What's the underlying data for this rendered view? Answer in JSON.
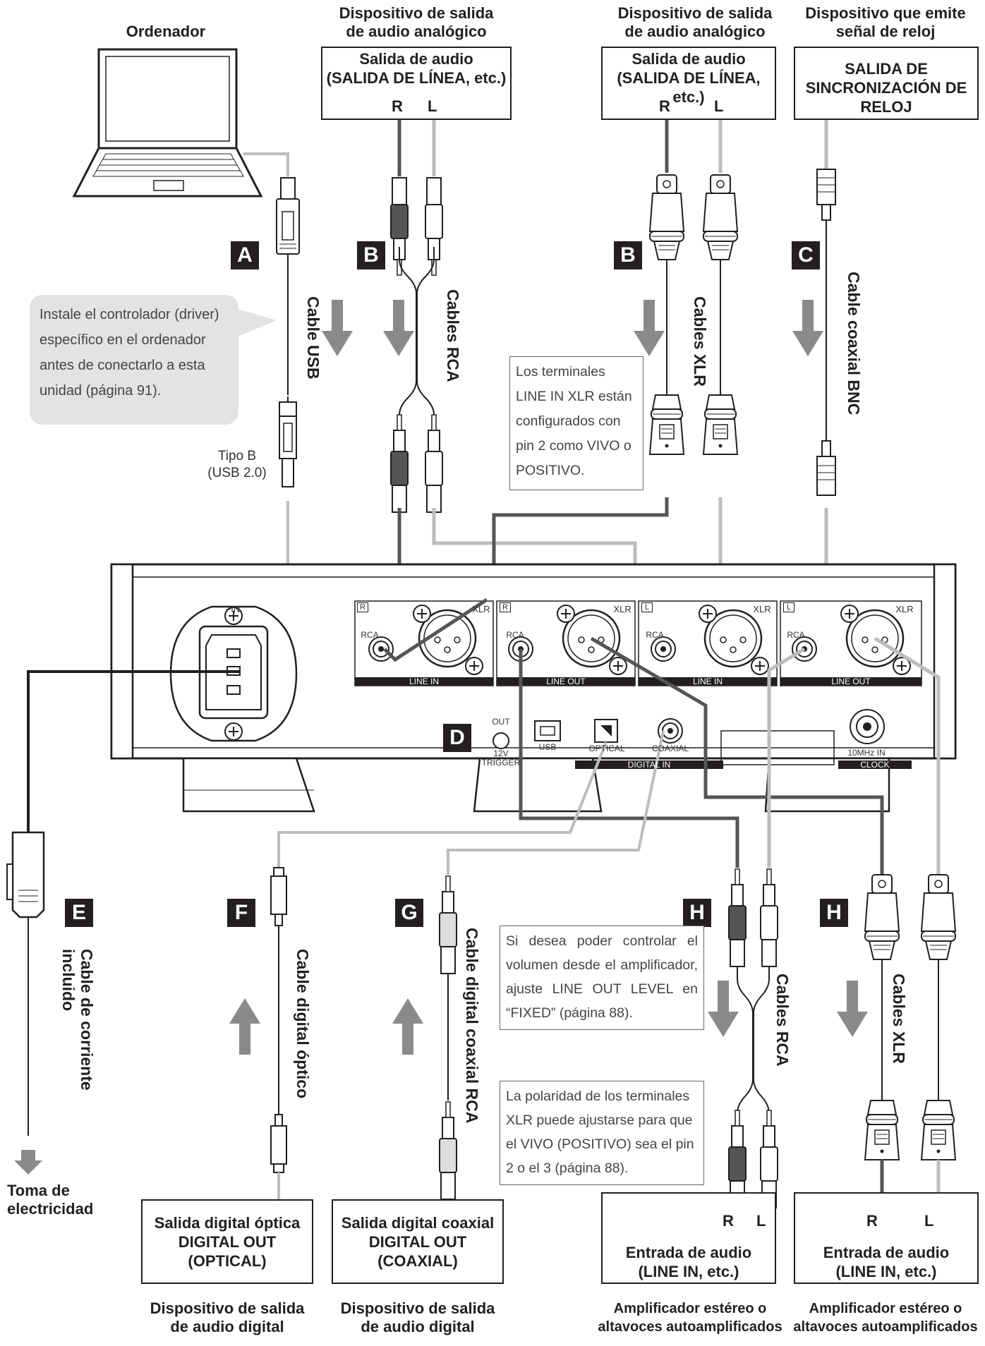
{
  "headers": {
    "computer": "Ordenador",
    "analog_src_1": "Dispositivo de salida\nde audio analógico",
    "analog_src_2": "Dispositivo de salida\nde audio analógico",
    "clock_src": "Dispositivo que emite\nseñal de reloj"
  },
  "top_boxes": {
    "analog1": "Salida de audio\n(SALIDA DE LÍNEA, etc.)",
    "analog2": "Salida de audio\n(SALIDA DE LÍNEA, etc.)",
    "clock": "SALIDA DE\nSINCRONIZACIÓN DE\nRELOJ"
  },
  "channel_labels": {
    "r": "R",
    "l": "L"
  },
  "tags": {
    "a": "A",
    "b": "B",
    "c": "C",
    "d": "D",
    "e": "E",
    "f": "F",
    "g": "G",
    "h": "H"
  },
  "cables": {
    "usb": "Cable USB",
    "rca_in": "Cables RCA",
    "xlr_in": "Cables XLR",
    "bnc": "Cable coaxial BNC",
    "power": "Cable de corriente\nincluido",
    "optical": "Cable digital óptico",
    "coaxial": "Cable digital coaxial RCA",
    "rca_out": "Cables RCA",
    "xlr_out": "Cables XLR"
  },
  "notes": {
    "driver": "Instale el controlador (driver) específico en el ordenador antes de conectarlo a esta unidad (página 91).",
    "xlr_in": "Los terminales LINE IN XLR están configurados con pin 2 como VIVO o POSITIVO.",
    "volume": "Si desea poder controlar el volumen desde el amplificador, ajuste LINE OUT LEVEL en “FIXED” (página 88).",
    "polarity": "La polaridad de los terminales XLR puede ajustarse para que el VIVO (POSITIVO) sea el pin 2 o el 3 (página 88)."
  },
  "usb_type": "Tipo B\n(USB 2.0)",
  "panel": {
    "ac_in": "~IN",
    "rca": "RCA",
    "xlr": "XLR",
    "r": "R",
    "l": "L",
    "line_in": "LINE IN",
    "line_out": "LINE OUT",
    "out": "OUT",
    "trigger": "12V\nTRIGGER",
    "usb": "USB",
    "optical": "OPTICAL",
    "coaxial": "COAXIAL",
    "digital_in": "DIGITAL IN",
    "clock_in": "10MHz IN",
    "clock": "CLOCK"
  },
  "outlet": "Toma de\nelectricidad",
  "bottom_boxes": {
    "optical": "Salida digital óptica\nDIGITAL OUT\n(OPTICAL)",
    "coaxial": "Salida digital coaxial\nDIGITAL OUT\n(COAXIAL)",
    "amp1": "Entrada de audio\n(LINE IN, etc.)",
    "amp2": "Entrada de audio\n(LINE IN, etc.)"
  },
  "footers": {
    "optical": "Dispositivo de salida\nde audio digital",
    "coaxial": "Dispositivo de salida\nde audio digital",
    "amp1": "Amplificador estéreo o\naltavoces autoamplificados",
    "amp2": "Amplificador estéreo o\naltavoces autoamplificados"
  }
}
